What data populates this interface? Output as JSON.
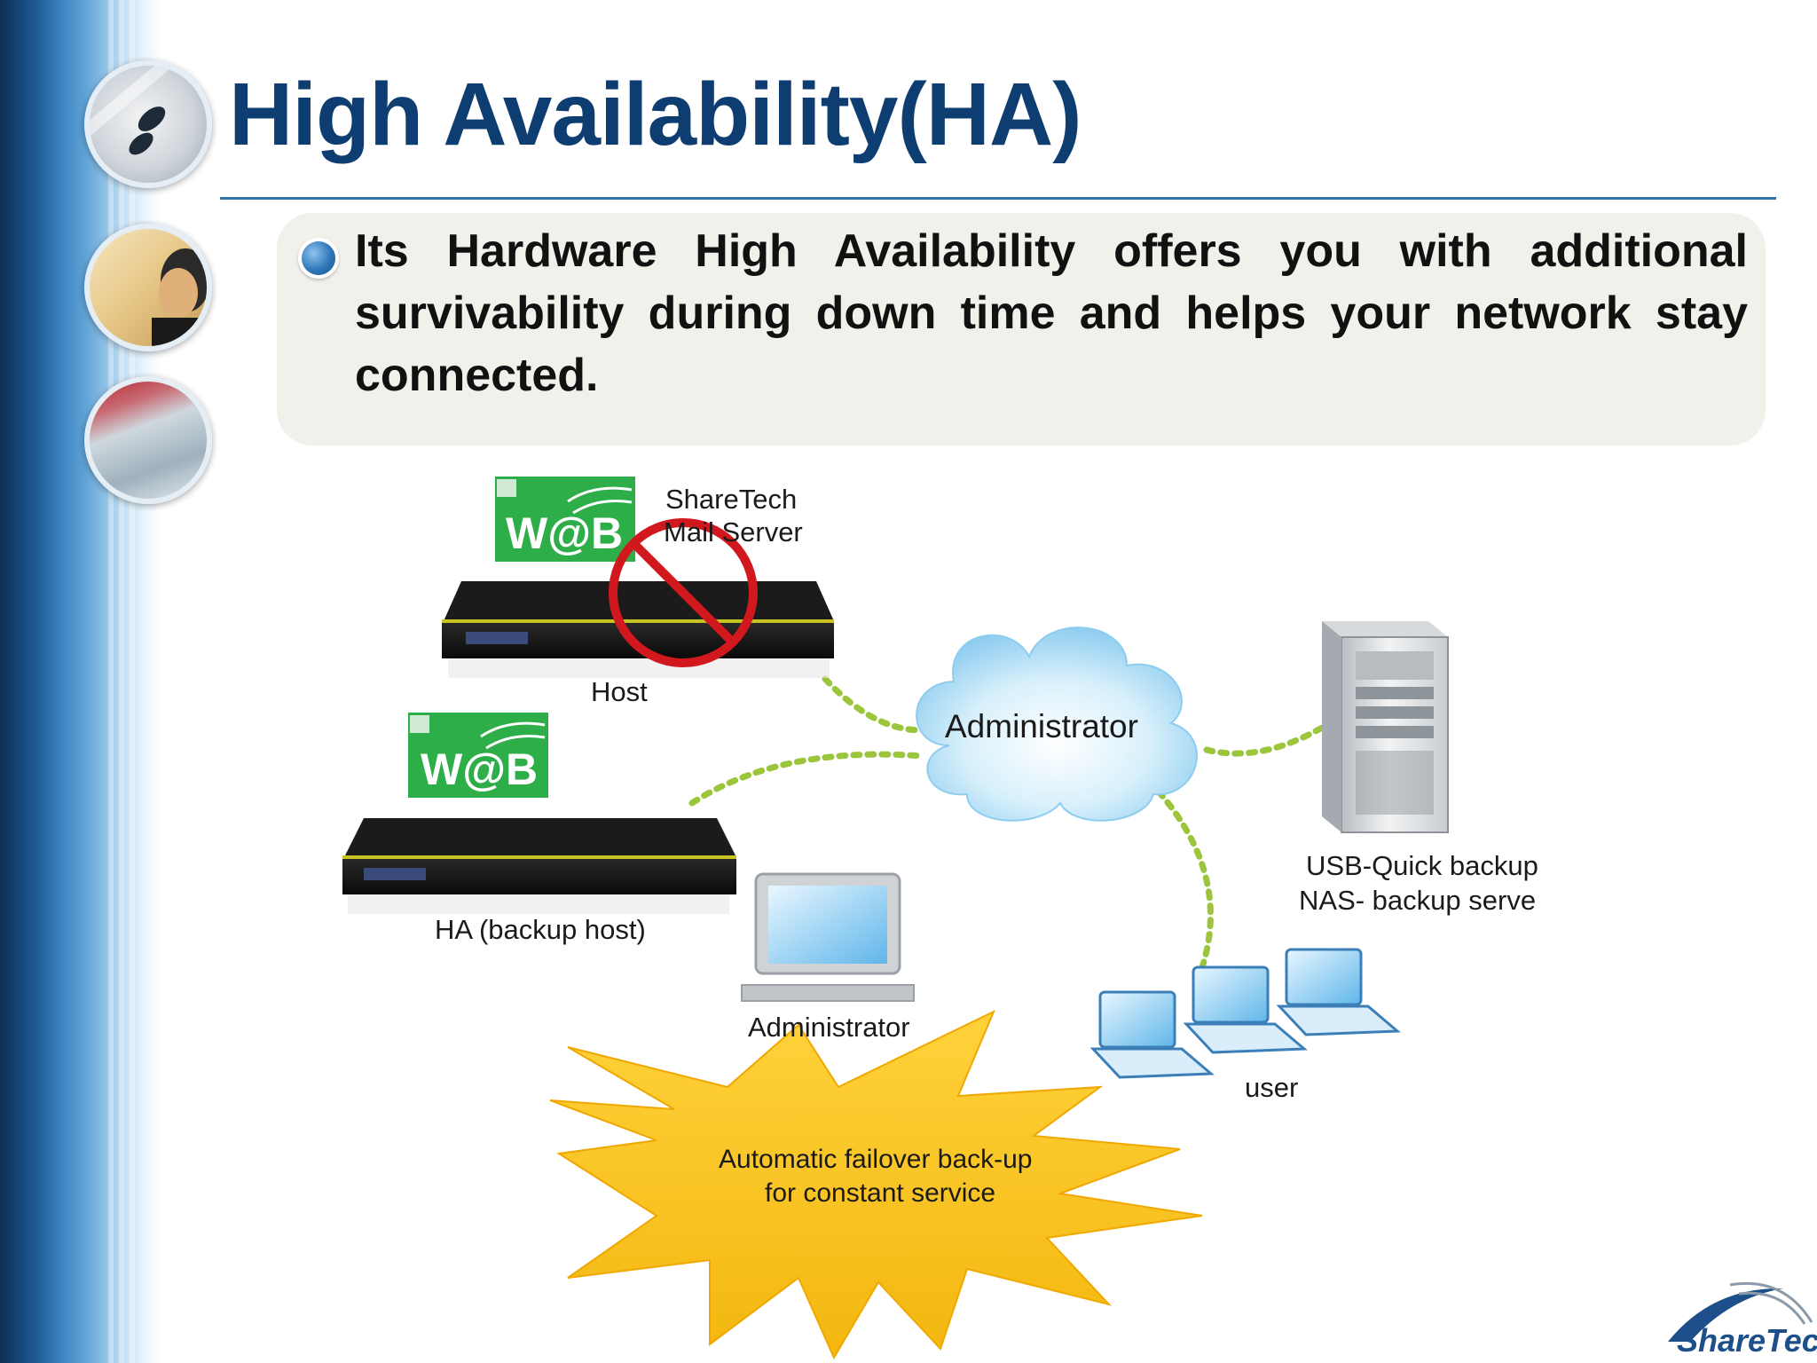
{
  "slide": {
    "title": "High Availability(HA)",
    "bullet": "Its Hardware High Availability offers you with additional survivability during down time and helps your network stay connected."
  },
  "diagram": {
    "host_brand_label": "W@B",
    "ha_brand_label": "W@B",
    "server_name_line1": "ShareTech",
    "server_name_line2": "Mail Server",
    "host_label": "Host",
    "ha_label": "HA (backup host)",
    "cloud_label": "Administrator",
    "laptop_label": "Administrator",
    "backup_line1": "USB-Quick backup",
    "backup_line2": "NAS- backup serve",
    "user_label": "user",
    "burst_line1": "Automatic failover back-up",
    "burst_line2": "for constant service"
  },
  "footer": {
    "logo_text": "ShareTech"
  },
  "colors": {
    "title": "#0e3d72",
    "wab_green": "#2eae48",
    "dotted_link": "#9bc53a",
    "prohibited_red": "#d2181f",
    "burst_yellow": "#f7c21e",
    "cloud_blue": "#bfe3f8"
  }
}
